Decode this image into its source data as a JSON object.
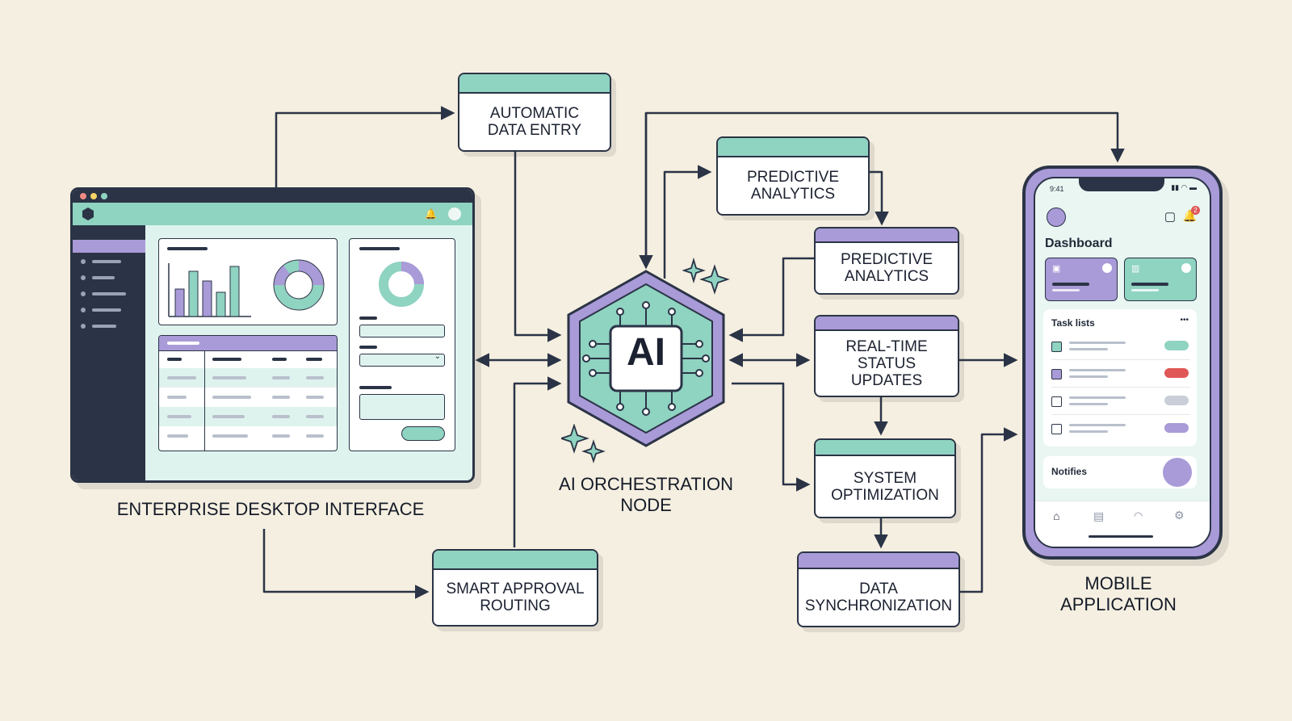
{
  "nodes": {
    "automatic_data_entry": "AUTOMATIC\nDATA ENTRY",
    "predictive_analytics_1": "PREDICTIVE\nANALYTICS",
    "predictive_analytics_2": "PREDICTIVE\nANALYTICS",
    "real_time_status": "REAL-TIME\nSTATUS\nUPDATES",
    "system_optimization": "SYSTEM\nOPTIMIZATION",
    "data_synchronization": "DATA\nSYNCHRONIZATION",
    "smart_approval_routing": "SMART APPROVAL\nROUTING"
  },
  "ai_node": {
    "label": "AI",
    "caption": "AI ORCHESTRATION\nNODE"
  },
  "desktop": {
    "caption": "ENTERPRISE DESKTOP INTERFACE"
  },
  "mobile": {
    "caption": "MOBILE\nAPPLICATION",
    "time": "9:41",
    "notification_badge": "2",
    "dashboard_title": "Dashboard",
    "task_lists_title": "Task lists",
    "more": "•••",
    "notifies_label": "Notifies"
  },
  "colors": {
    "teal": "#8fd3c1",
    "purple": "#a99ad8",
    "navy": "#2b3446",
    "background": "#f5efe1"
  }
}
